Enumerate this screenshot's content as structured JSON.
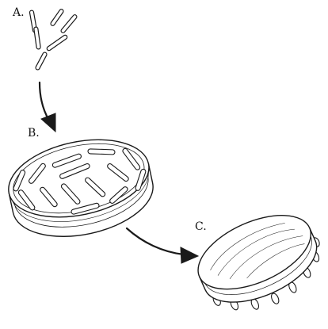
{
  "labels": {
    "a": "A.",
    "b": "B.",
    "c": "C."
  },
  "colors": {
    "ink": "#1a1a1a",
    "paper": "#ffffff"
  }
}
